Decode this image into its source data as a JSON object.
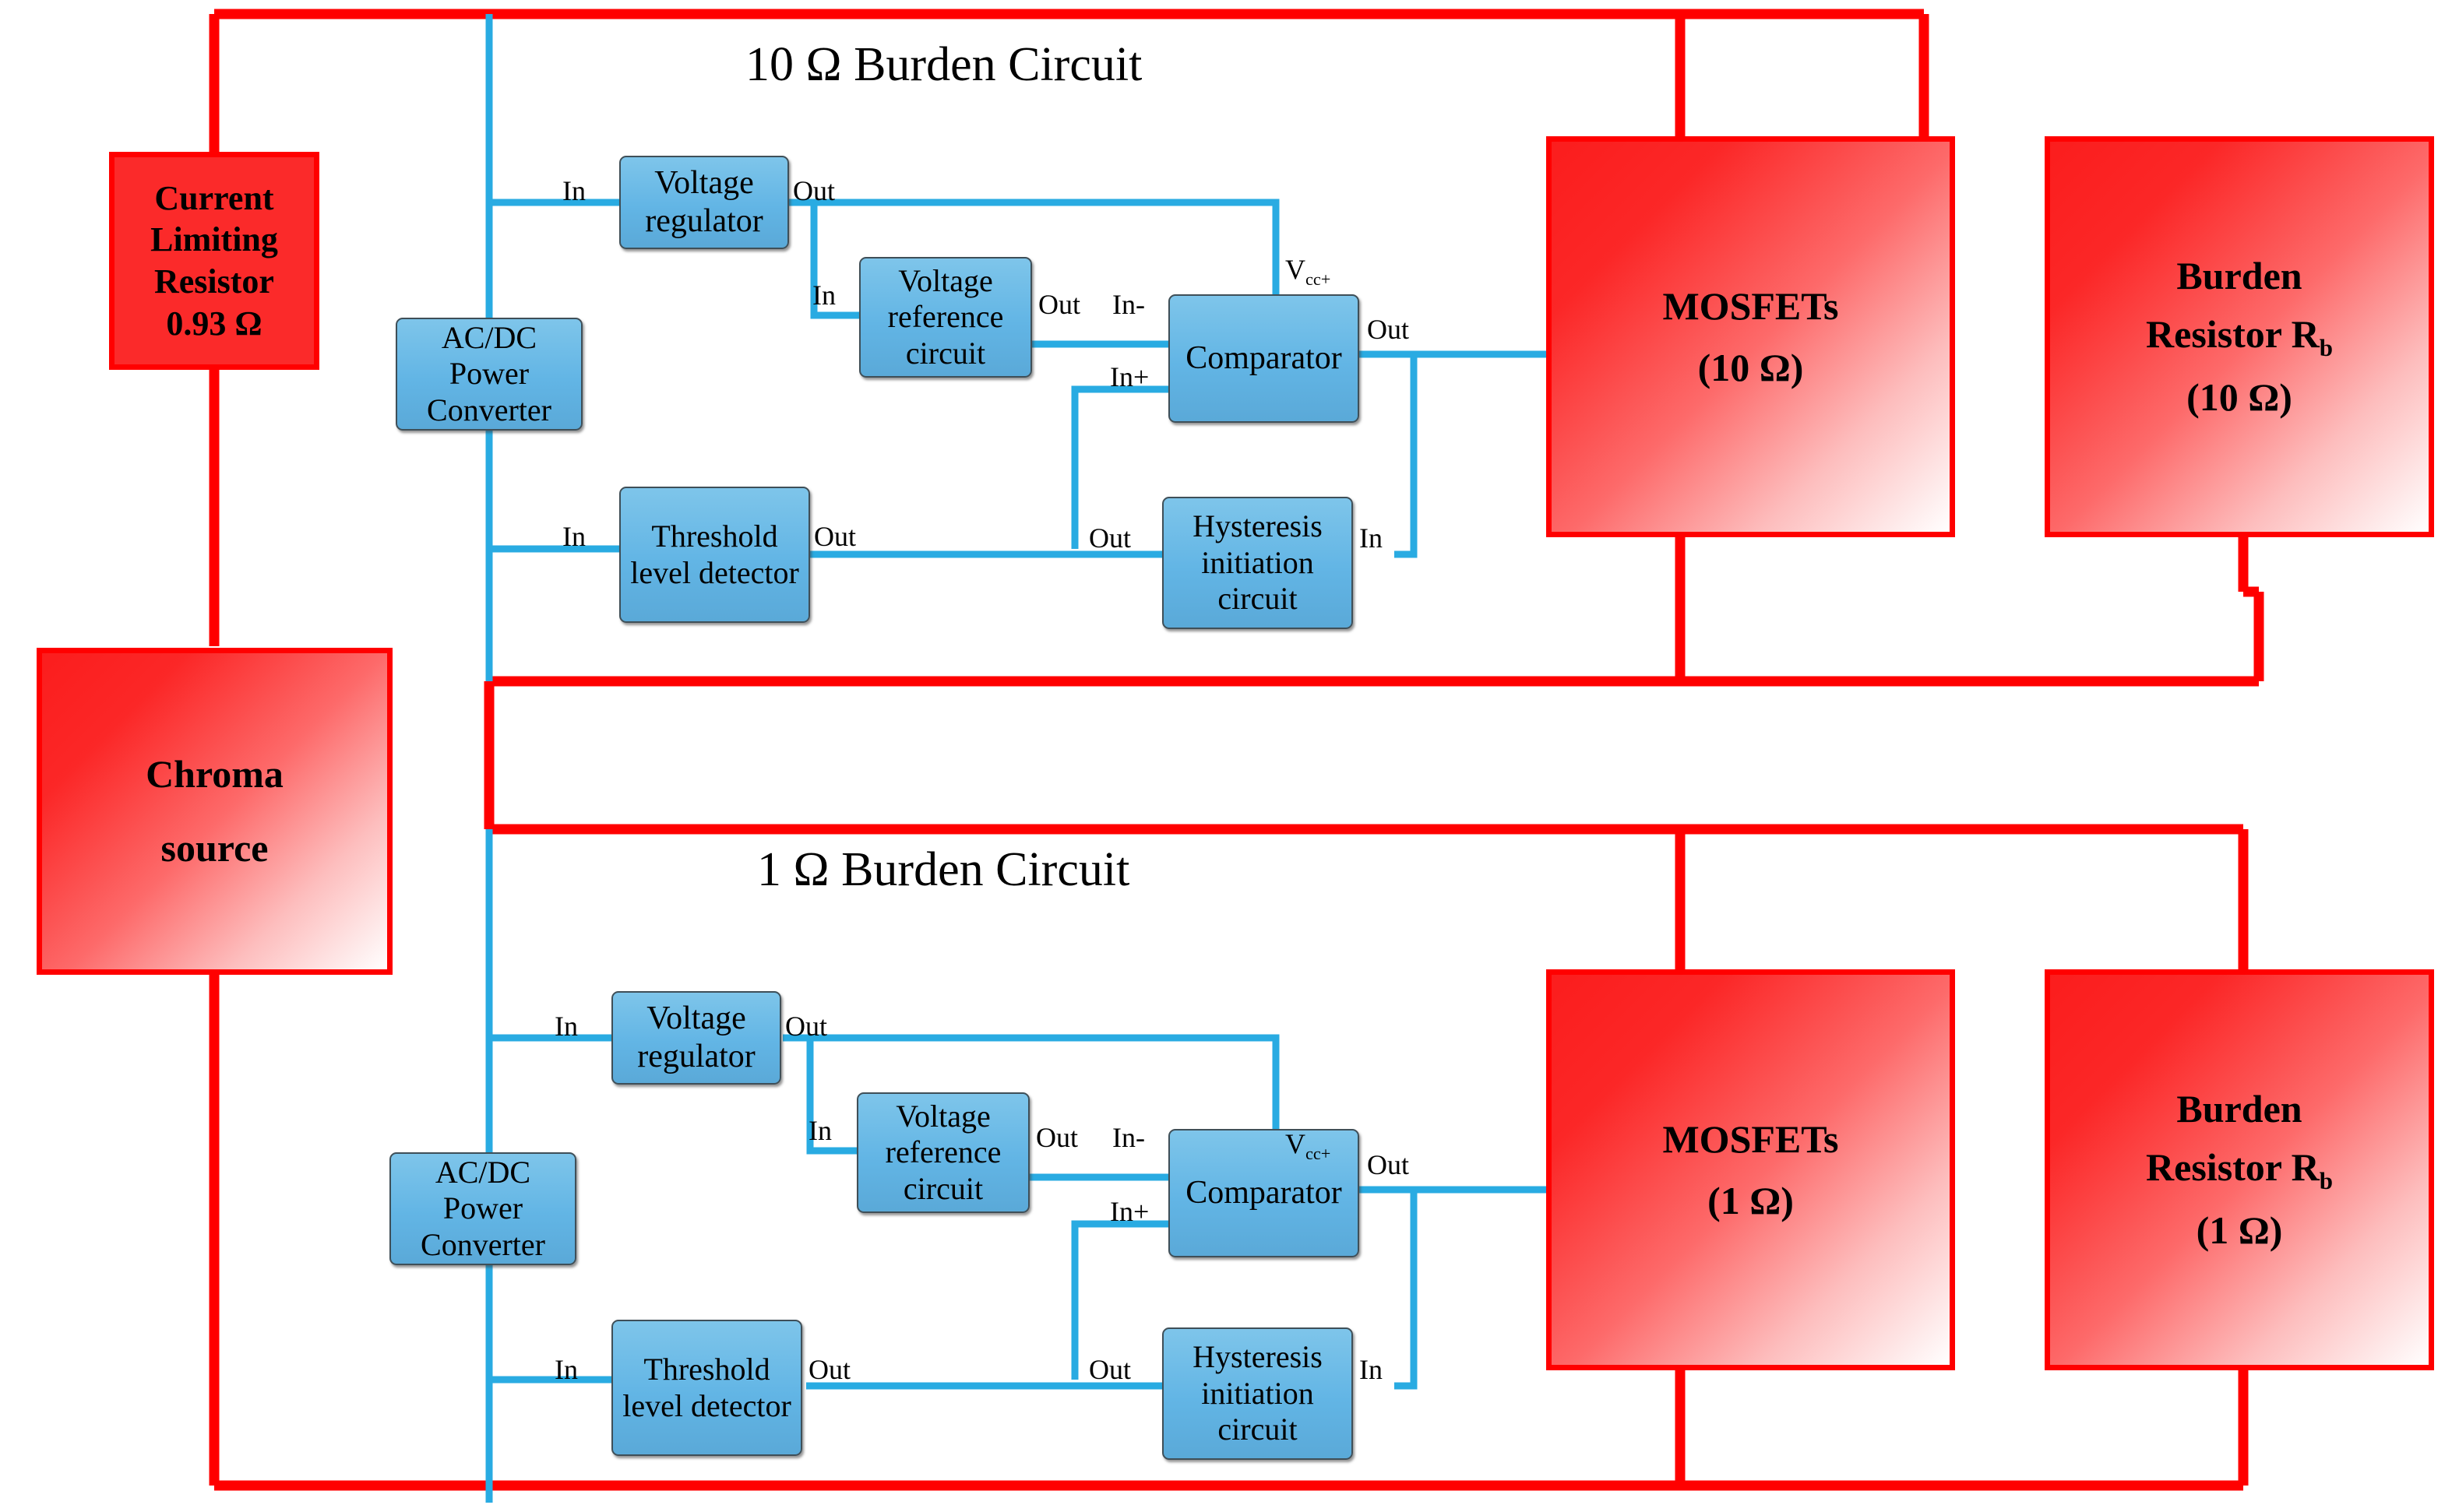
{
  "diagram": {
    "title_top": "10 Ω Burden Circuit",
    "title_bottom": "1 Ω Burden Circuit",
    "colors": {
      "power_bus": "#ff0000",
      "signal_wire": "#29abe2",
      "block_fill": "#62b5e5",
      "source_fill": "#fb2a2a"
    }
  },
  "source": {
    "chroma": "Chroma\nsource",
    "chroma_line1": "Chroma",
    "chroma_line2": "source",
    "clr_line1": "Current",
    "clr_line2": "Limiting",
    "clr_line3": "Resistor",
    "clr_line4": "0.93 Ω"
  },
  "top_circuit": {
    "section_title": "10 Ω Burden Circuit",
    "blocks": {
      "acdc": "AC/DC\nPower\nConverter",
      "acdc_l1": "AC/DC",
      "acdc_l2": "Power",
      "acdc_l3": "Converter",
      "vreg_l1": "Voltage",
      "vreg_l2": "regulator",
      "vref_l1": "Voltage",
      "vref_l2": "reference",
      "vref_l3": "circuit",
      "comp": "Comparator",
      "thr_l1": "Threshold",
      "thr_l2": "level detector",
      "hyst_l1": "Hysteresis",
      "hyst_l2": "initiation",
      "hyst_l3": "circuit"
    },
    "ports": {
      "vreg_in": "In",
      "vreg_out": "Out",
      "vref_in": "In",
      "vref_out": "Out",
      "comp_in_minus": "In-",
      "comp_in_plus": "In+",
      "comp_out": "Out",
      "comp_vcc": "V",
      "comp_vcc_sub": "cc+",
      "thr_in": "In",
      "thr_out": "Out",
      "hyst_out": "Out",
      "hyst_in": "In"
    },
    "power": {
      "mosfets_l1": "MOSFETs",
      "mosfets_l2": "(10 Ω)",
      "burden_l1": "Burden",
      "burden_l2": "Resistor R",
      "burden_sub": "b",
      "burden_l3": "(10 Ω)"
    }
  },
  "bottom_circuit": {
    "section_title": "1 Ω Burden Circuit",
    "blocks": {
      "acdc_l1": "AC/DC",
      "acdc_l2": "Power",
      "acdc_l3": "Converter",
      "vreg_l1": "Voltage",
      "vreg_l2": "regulator",
      "vref_l1": "Voltage",
      "vref_l2": "reference",
      "vref_l3": "circuit",
      "comp": "Comparator",
      "thr_l1": "Threshold",
      "thr_l2": "level detector",
      "hyst_l1": "Hysteresis",
      "hyst_l2": "initiation",
      "hyst_l3": "circuit"
    },
    "ports": {
      "vreg_in": "In",
      "vreg_out": "Out",
      "vref_in": "In",
      "vref_out": "Out",
      "comp_in_minus": "In-",
      "comp_in_plus": "In+",
      "comp_out": "Out",
      "comp_vcc": "V",
      "comp_vcc_sub": "cc+",
      "thr_in": "In",
      "thr_out": "Out",
      "hyst_out": "Out",
      "hyst_in": "In"
    },
    "power": {
      "mosfets_l1": "MOSFETs",
      "mosfets_l2": "(1 Ω)",
      "burden_l1": "Burden",
      "burden_l2": "Resistor R",
      "burden_sub": "b",
      "burden_l3": "(1 Ω)"
    }
  }
}
